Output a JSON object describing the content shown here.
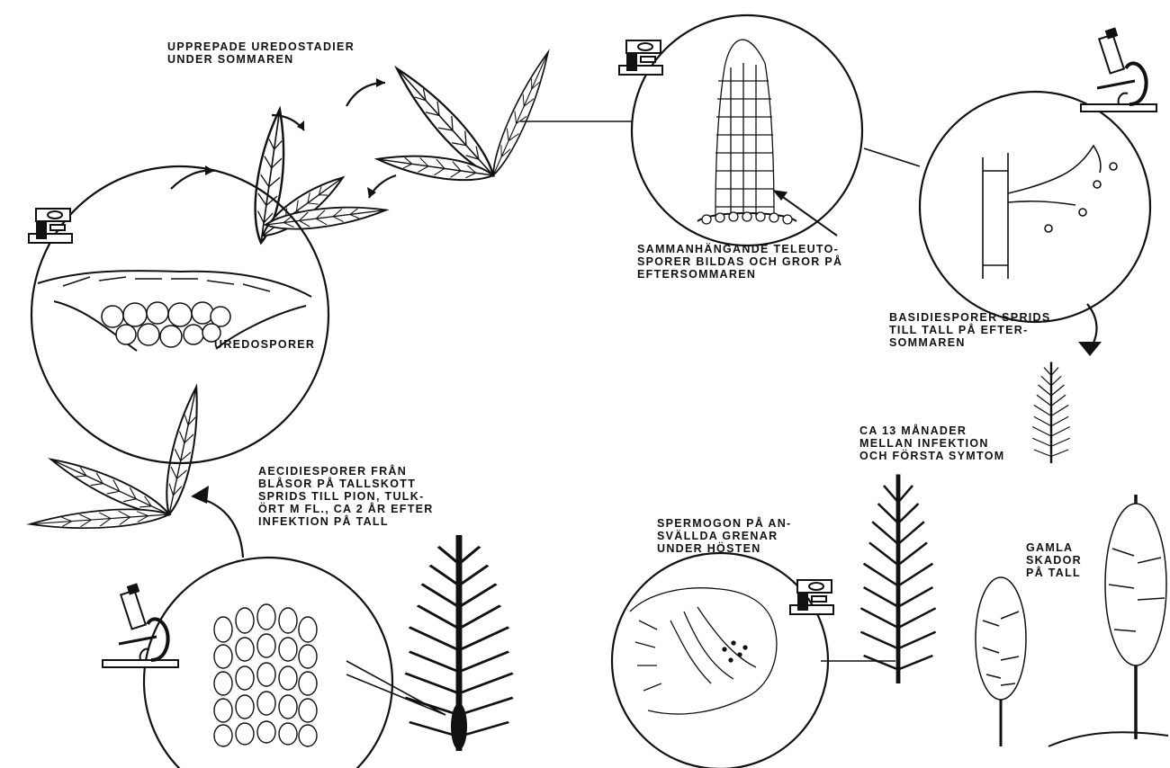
{
  "diagram": {
    "labels": {
      "uredo_repeat": [
        "UPPREPADE UREDOSTADIER",
        "UNDER SOMMAREN"
      ],
      "uredospores": [
        "UREDOSPORER"
      ],
      "teleuto": [
        "SAMMANHÄNGANDE TELEUTO-",
        "SPORER BILDAS OCH GROR PÅ",
        "EFTERSOMMAREN"
      ],
      "basidio": [
        "BASIDIESPORER SPRIDS",
        "TILL TALL PÅ EFTER-",
        "SOMMAREN"
      ],
      "months": [
        "CA 13 MÅNADER",
        "MELLAN INFEKTION",
        "OCH FÖRSTA SYMTOM"
      ],
      "aecidio": [
        "AECIDIESPORER FRÅN",
        "BLÅSOR PÅ TALLSKOTT",
        "SPRIDS TILL PION, TULK-",
        "ÖRT M FL., CA 2 ÅR EFTER",
        "INFEKTION PÅ TALL"
      ],
      "spermogon": [
        "SPERMOGON PÅ AN-",
        "SVÄLLDA GRENAR",
        "UNDER HÖSTEN"
      ],
      "old_damage": [
        "GAMLA",
        "SKADOR",
        "PÅ TALL"
      ]
    },
    "icons": [
      "magnifier-icon",
      "microscope-icon",
      "pine-tree-icon",
      "leaf-icon"
    ]
  }
}
